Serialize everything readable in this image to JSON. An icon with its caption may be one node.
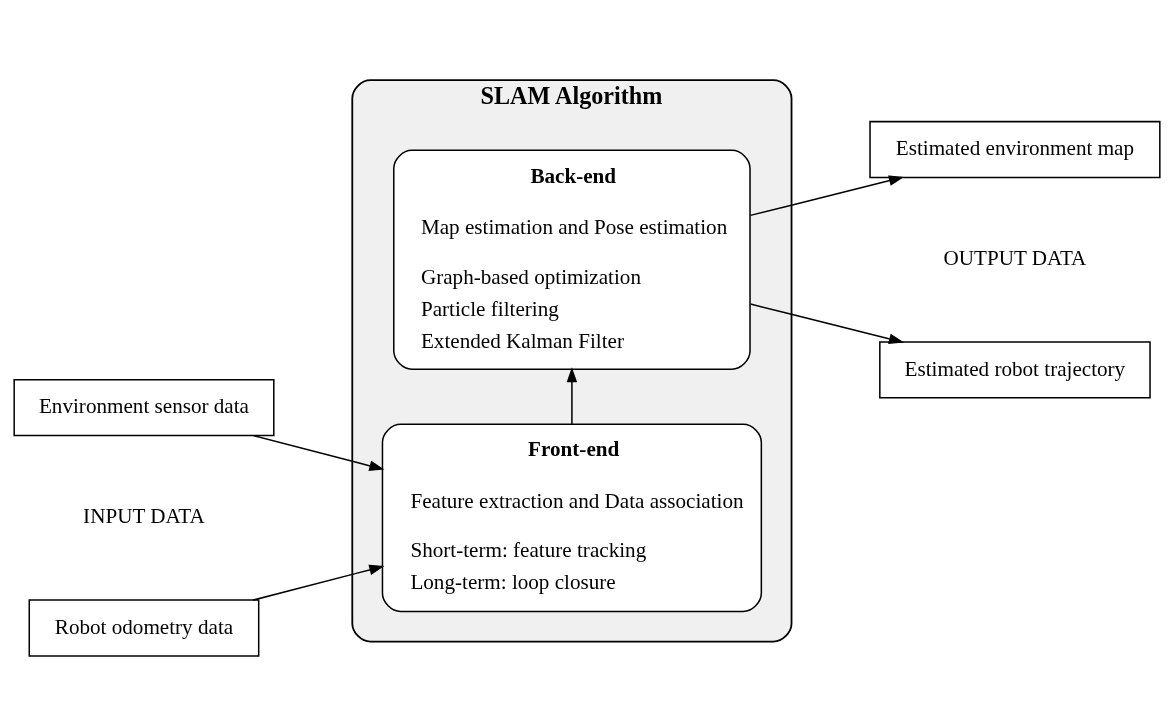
{
  "diagram": {
    "nodes": [
      {
        "text": [
          "SLAM Algorithm"
        ]
      },
      {
        "text": [
          "Front-end",
          "Feature extraction and Data association",
          "Short-term: feature tracking",
          "Long-term: loop closure"
        ],
        "in": 0
      },
      {
        "text": [
          "Back-end",
          "Map estimation and Pose estimation",
          "Graph-based optimization",
          "Particle filtering",
          "Extended Kalman Filter"
        ],
        "in": 0
      },
      {
        "text": [
          "Environment sensor data"
        ]
      },
      {
        "text": [
          "Robot odometry data"
        ]
      },
      {
        "text": [
          "Estimated environment map"
        ]
      },
      {
        "text": [
          "Estimated robot trajectory"
        ]
      }
    ],
    "edges": [
      {
        "from": 3,
        "to": 1,
        "arrow": "to"
      },
      {
        "from": 4,
        "to": 1,
        "arrow": "to"
      },
      {
        "from": 1,
        "to": 2,
        "arrow": "to"
      },
      {
        "from": 2,
        "to": 5,
        "arrow": "to"
      },
      {
        "from": 2,
        "to": 6,
        "arrow": "to"
      }
    ],
    "labels": [
      "INPUT DATA",
      "OUTPUT DATA"
    ]
  }
}
